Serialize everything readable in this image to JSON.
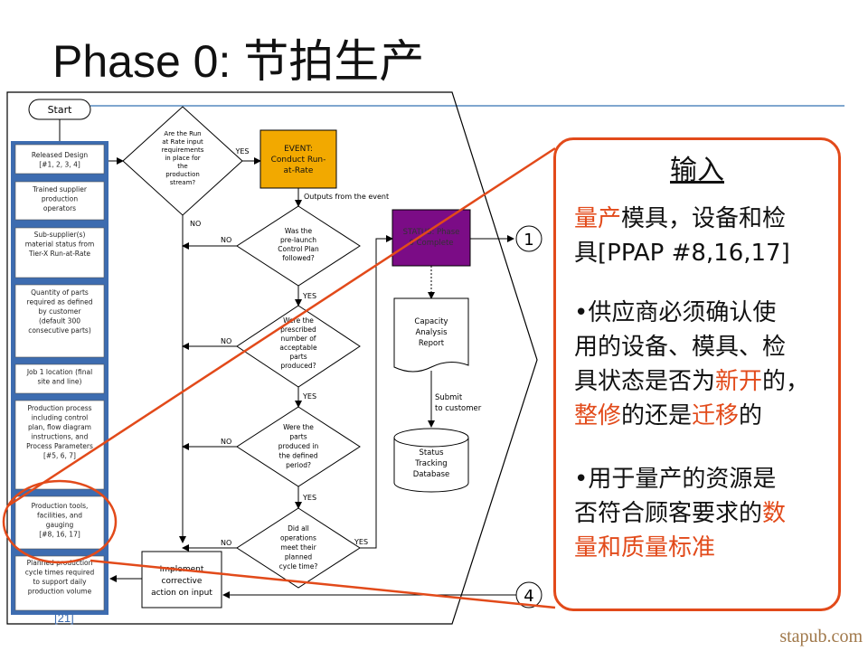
{
  "title": "Phase 0: 节拍生产",
  "page_number": "[21]",
  "footer": "stapub.com",
  "flow": {
    "start": "Start",
    "inputs": [
      [
        "Released Design",
        "[#1, 2, 3, 4]"
      ],
      [
        "Trained supplier",
        "production",
        "operators"
      ],
      [
        "Sub-supplier(s)",
        "material status from",
        "Tier-X Run-at-Rate"
      ],
      [
        "Quantity of parts",
        "required as defined",
        "by customer",
        "(default 300",
        "consecutive parts)"
      ],
      [
        "Job 1 location (final",
        "site and line)"
      ],
      [
        "Production process",
        "including control",
        "plan, flow diagram",
        "instructions, and",
        "Process Parameters",
        "[#5, 6, 7]"
      ],
      [
        "Production tools,",
        "facilities, and",
        "gauging",
        "[#8, 16, 17]"
      ],
      [
        "Planned production",
        "cycle times required",
        "to support daily",
        "production volume"
      ]
    ],
    "decision1": [
      "Are the Run",
      "at Rate input",
      "requirements",
      "in place for",
      "the",
      "production",
      "stream?"
    ],
    "event": [
      "EVENT:",
      "Conduct Run-",
      "at-Rate"
    ],
    "outputs_label": "Outputs from the event",
    "decision2": [
      "Was the",
      "pre-launch",
      "Control Plan",
      "followed?"
    ],
    "decision3": [
      "Were the",
      "prescribed",
      "number of",
      "acceptable",
      "parts",
      "produced?"
    ],
    "decision4": [
      "Were the",
      "parts",
      "produced in",
      "the defined",
      "period?"
    ],
    "decision5": [
      "Did all",
      "operations",
      "meet their",
      "planned",
      "cycle time?"
    ],
    "status": [
      "STATUS: Phase",
      "0 Complete"
    ],
    "report": [
      "Capacity",
      "Analysis",
      "Report"
    ],
    "submit": [
      "Submit",
      "to customer"
    ],
    "database": [
      "Status",
      "Tracking",
      "Database"
    ],
    "corrective": [
      "Implement",
      "corrective",
      "action on input"
    ],
    "yes": "YES",
    "no": "NO",
    "connector1": "1",
    "connector4": "4"
  },
  "callout": {
    "heading": "输入",
    "p1a": "量产",
    "p1b": "模具，设备和检",
    "p1c": "具[PPAP #8,16,17]",
    "p2a": "•供应商必须确认使",
    "p2b": "用的设备、模具、检",
    "p2c": "具状态是否为",
    "p2d": "新开",
    "p2e": "的，",
    "p2f": "整修",
    "p2g": "的还是",
    "p2h": "迁移",
    "p2i": "的",
    "p3a": "•用于量产的资源是",
    "p3b": "否符合顾客要求的",
    "p3c": "数",
    "p3d": "量和质量标准"
  },
  "colors": {
    "accent": "#e24a1a",
    "event_fill": "#f2a900",
    "status_fill": "#7b0c86",
    "input_border": "#3d6cb0",
    "rule": "#7fa7cf"
  }
}
